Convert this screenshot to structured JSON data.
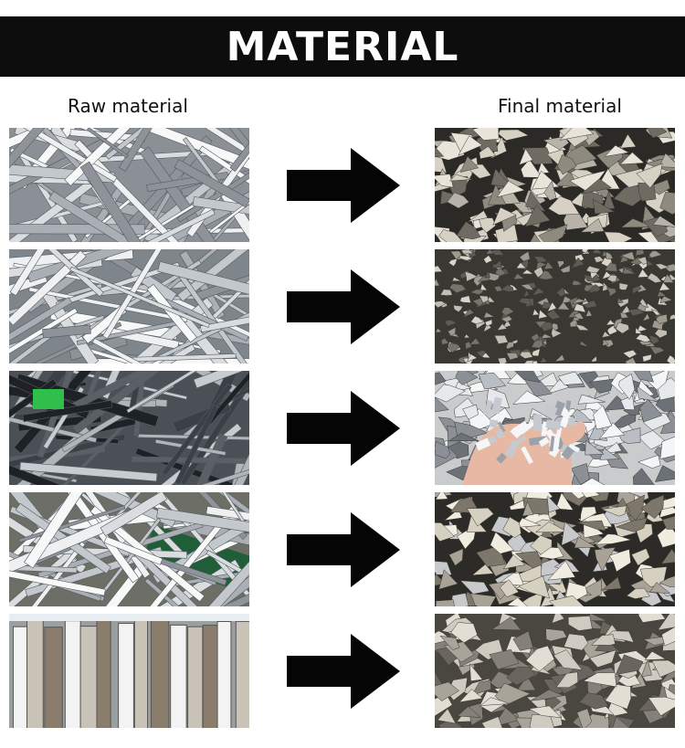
{
  "header": {
    "title": "MATERIAL"
  },
  "columns": {
    "left_label": "Raw material",
    "right_label": "Final material"
  },
  "rows": [
    {
      "raw_image": "aluminum-profile-scrap-photo",
      "final_image": "shredded-aluminum-chips-photo"
    },
    {
      "raw_image": "aluminum-extrusion-scrap-pile-photo",
      "final_image": "fine-shredded-metal-photo"
    },
    {
      "raw_image": "aluminum-rod-bundle-scrap-photo",
      "final_image": "shredded-aluminum-in-hand-photo"
    },
    {
      "raw_image": "window-frame-scrap-pile-photo",
      "final_image": "shredded-window-frame-metal-photo"
    },
    {
      "raw_image": "stacked-window-frames-photo",
      "final_image": "coarse-shredded-aluminum-photo"
    }
  ],
  "colors": {
    "banner": "#0d0d0d",
    "arrow": "#050505",
    "text": "#111111"
  }
}
